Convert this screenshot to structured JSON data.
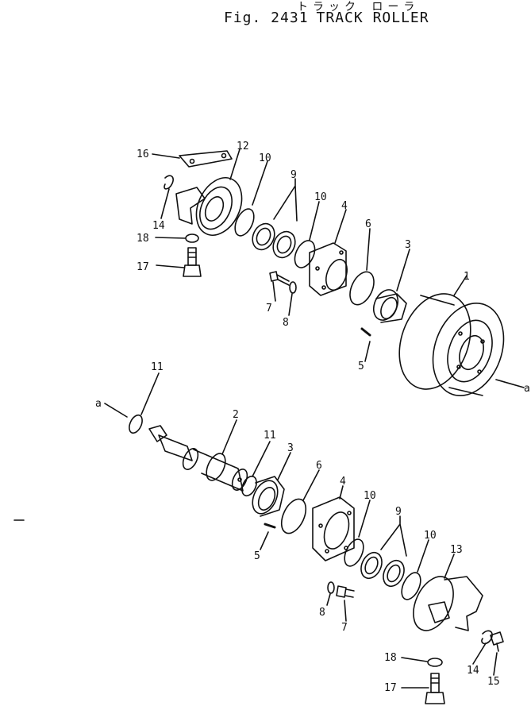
{
  "title": {
    "jp": "トラック ローラ",
    "fig": "Fig. 2431",
    "en": "TRACK ROLLER"
  },
  "upper": {
    "labels": {
      "l16": "16",
      "l12": "12",
      "l10a": "10",
      "l9": "9",
      "l10b": "10",
      "l4": "4",
      "l6": "6",
      "l3": "3",
      "l1": "1",
      "l14": "14",
      "l18": "18",
      "l17": "17",
      "l7": "7",
      "l8": "8",
      "l5": "5",
      "la": "a"
    }
  },
  "lower": {
    "labels": {
      "l11a": "11",
      "la": "a",
      "l2": "2",
      "l11b": "11",
      "l3": "3",
      "l6": "6",
      "l4": "4",
      "l10a": "10",
      "l9": "9",
      "l10b": "10",
      "l13": "13",
      "l5": "5",
      "l8": "8",
      "l7": "7",
      "l18": "18",
      "l14": "14",
      "l15": "15",
      "l17": "17"
    }
  }
}
